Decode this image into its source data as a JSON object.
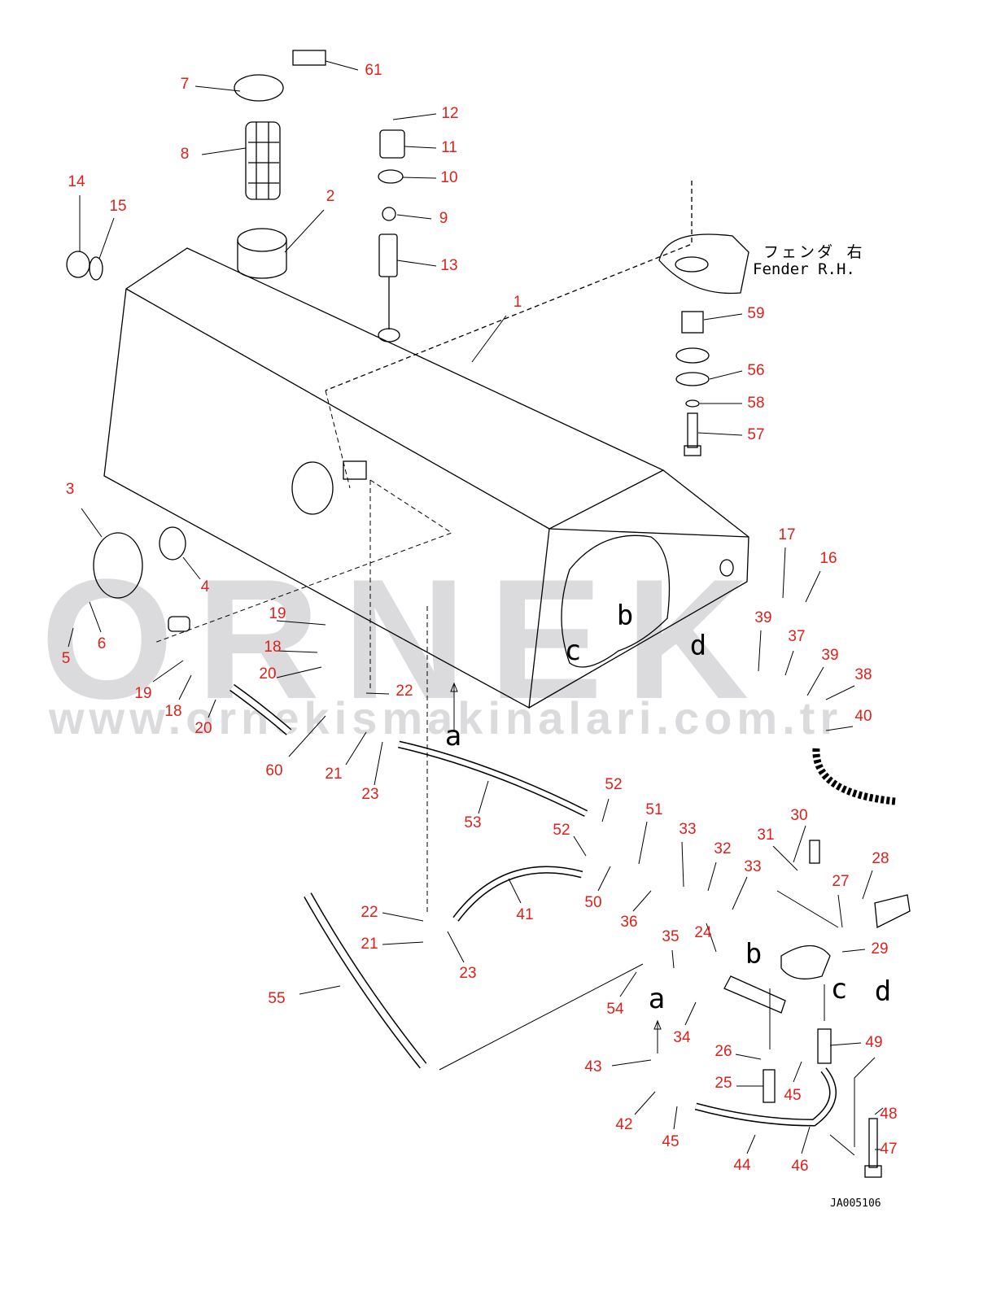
{
  "watermark": {
    "logo": "ORNEK",
    "url": "www.ornekismakinalari.com.tr"
  },
  "fender_note": {
    "japanese": "フェンダ 右",
    "english": "Fender R.H."
  },
  "drawing_code": "JA005106",
  "callouts": [
    "61",
    "7",
    "8",
    "12",
    "11",
    "10",
    "9",
    "13",
    "14",
    "15",
    "2",
    "1",
    "59",
    "56",
    "58",
    "57",
    "3",
    "4",
    "5",
    "6",
    "17",
    "16",
    "39",
    "37",
    "39",
    "38",
    "40",
    "19",
    "18",
    "20",
    "22",
    "19",
    "18",
    "20",
    "60",
    "21",
    "23",
    "53",
    "52",
    "51",
    "52",
    "33",
    "32",
    "30",
    "31",
    "33",
    "28",
    "27",
    "50",
    "36",
    "41",
    "22",
    "21",
    "23",
    "24",
    "35",
    "29",
    "55",
    "54",
    "34",
    "49",
    "26",
    "43",
    "25",
    "45",
    "48",
    "42",
    "45",
    "47",
    "44",
    "46"
  ],
  "view_letters": [
    "a",
    "b",
    "c",
    "d",
    "b",
    "c",
    "d",
    "a"
  ],
  "colors": {
    "callout": "#e0201b",
    "line": "#000000",
    "watermark": "#cfcfd4"
  }
}
